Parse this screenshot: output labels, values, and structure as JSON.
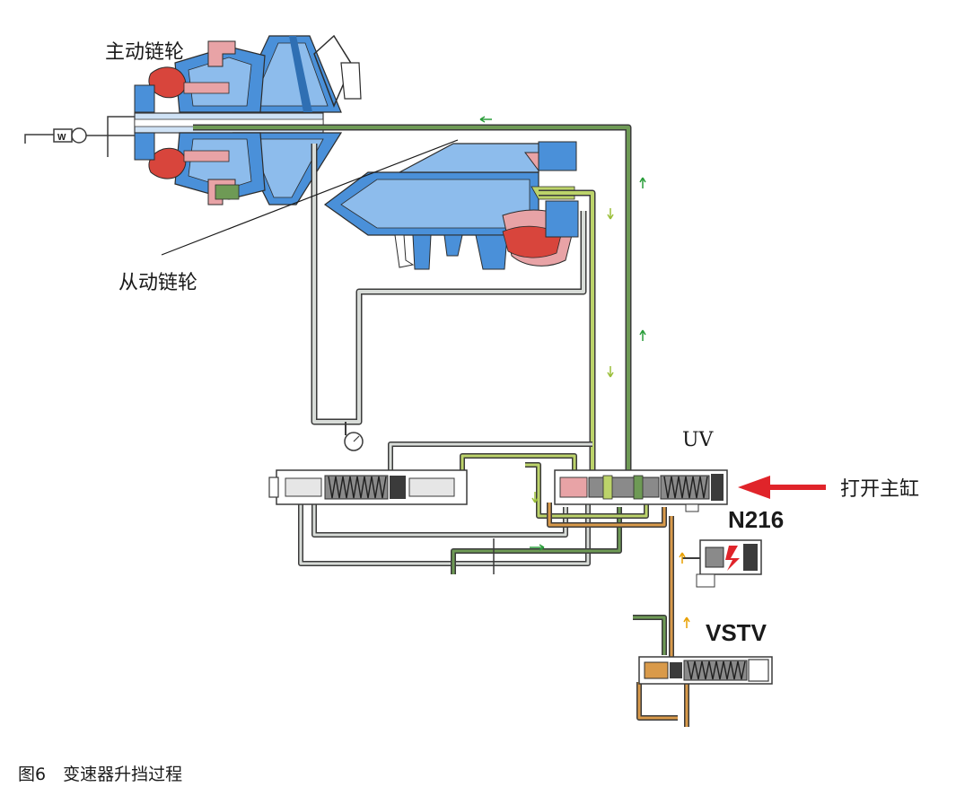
{
  "figure": {
    "caption": "图6　变速器升挡过程"
  },
  "labels": {
    "drive_pulley": "主动链轮",
    "driven_pulley": "从动链轮",
    "valve_uv": "UV",
    "open_master_cylinder": "打开主缸",
    "valve_n216": "N216",
    "valve_vstv": "VSTV",
    "pump_symbol": "W"
  },
  "colors": {
    "pulley_blue": "#4a90d9",
    "pulley_blue_light": "#8dbcec",
    "seal_red": "#d8453c",
    "seal_pink": "#e8a3a6",
    "pressure_green": "#6e9a55",
    "control_green": "#bcd36a",
    "return_gray": "#b8bcb8",
    "feed_orange": "#d99a4a",
    "arrow_red": "#e0242a"
  }
}
